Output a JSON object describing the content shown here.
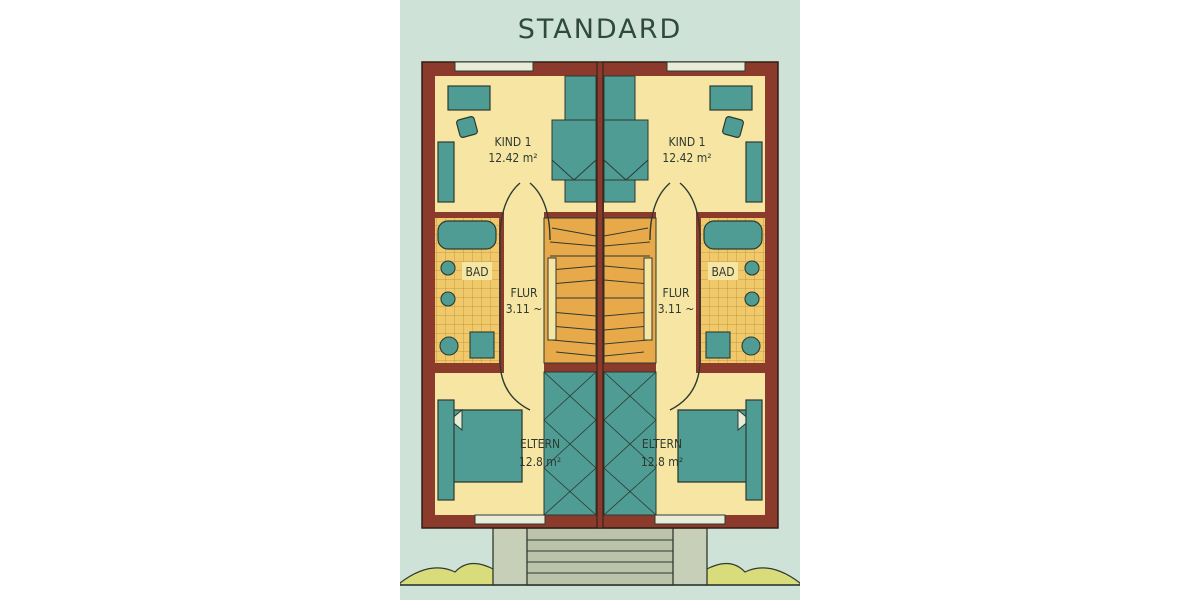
{
  "title": "STANDARD",
  "rooms": {
    "kind_left": {
      "name": "KIND 1",
      "area": "12.42 m²"
    },
    "kind_right": {
      "name": "KIND 1",
      "area": "12.42 m²"
    },
    "bad_left": {
      "name": "BAD"
    },
    "bad_right": {
      "name": "BAD"
    },
    "flur_left": {
      "name": "FLUR",
      "area": "3.11 ~"
    },
    "flur_right": {
      "name": "FLUR",
      "area": "3.11 ~"
    },
    "eltern_left": {
      "name": "ELTERN",
      "area": "12.8 m²"
    },
    "eltern_right": {
      "name": "ELTERN",
      "area": "12.8 m²"
    }
  },
  "colors": {
    "background": "#cfe2d7",
    "floor": "#f7e6a3",
    "wall": "#8b3a2b",
    "furniture": "#4f9c95",
    "stairs": "#e8a94a",
    "tile": "#f0c96a",
    "bush": "#d9dc7a",
    "ink": "#2e3a30"
  }
}
